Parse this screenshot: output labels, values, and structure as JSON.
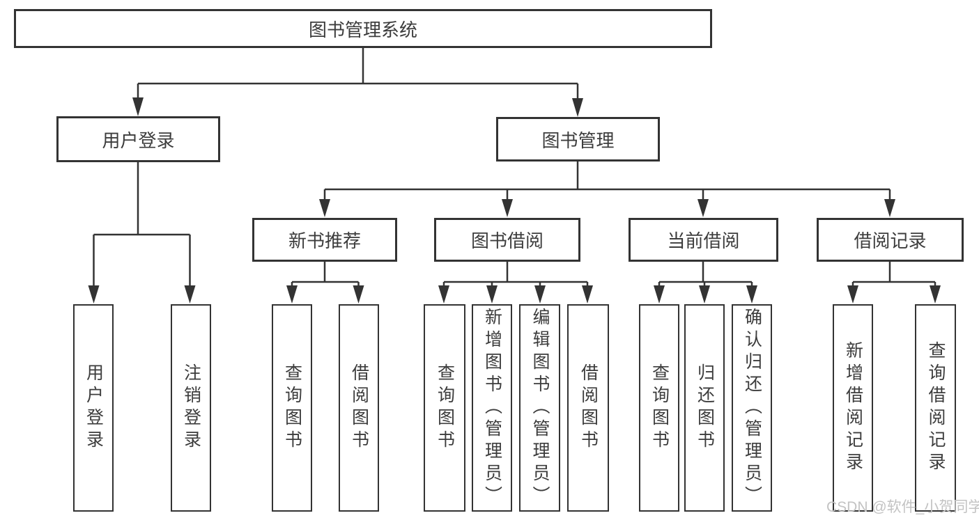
{
  "tree": {
    "root": "图书管理系统",
    "branches": [
      {
        "label": "用户登录",
        "children": [
          "用户登录",
          "注销登录"
        ]
      },
      {
        "label": "图书管理",
        "groups": [
          {
            "label": "新书推荐",
            "children": [
              "查询图书",
              "借阅图书"
            ]
          },
          {
            "label": "图书借阅",
            "children": [
              "查询图书",
              "新增图书（管理员）",
              "编辑图书（管理员）",
              "借阅图书"
            ]
          },
          {
            "label": "当前借阅",
            "children": [
              "查询图书",
              "归还图书",
              "确认归还（管理员）"
            ]
          },
          {
            "label": "借阅记录",
            "children": [
              "新增借阅记录",
              "查询借阅记录"
            ]
          }
        ]
      }
    ]
  },
  "watermark": {
    "text": "CSDN @软件_小贺同学"
  },
  "colors": {
    "line": "#333333",
    "box_border": "#333333",
    "text": "#3c3c3c",
    "watermark": "#c3c3c3",
    "background": "#ffffff"
  }
}
